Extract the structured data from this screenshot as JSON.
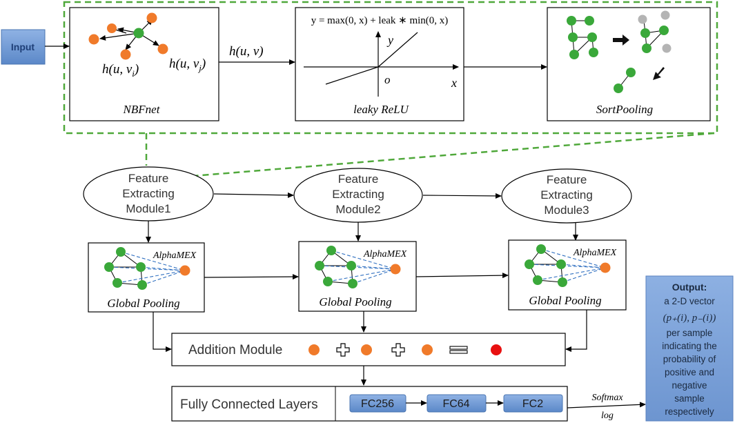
{
  "input_label": "Input",
  "nbf": {
    "title": "NBFnet",
    "label_vi": "h(u, v",
    "label_vi_sub": "i",
    "label_vj": "h(u, v",
    "label_vj_sub": "j",
    "edge_label": "h(u, v)"
  },
  "relu": {
    "title": "leaky ReLU",
    "formula": "y = max(0, x) + leak ∗ min(0, x)",
    "axis_y": "y",
    "axis_x": "x",
    "origin": "o"
  },
  "sortpool": {
    "title": "SortPooling"
  },
  "modules": [
    {
      "line1": "Feature",
      "line2": "Extracting",
      "line3": "Module1"
    },
    {
      "line1": "Feature",
      "line2": "Extracting",
      "line3": "Module2"
    },
    {
      "line1": "Feature",
      "line2": "Extracting",
      "line3": "Module3"
    }
  ],
  "pooling": {
    "title": "Global Pooling",
    "tag": "AlphaMEX"
  },
  "addition": {
    "label": "Addition Module"
  },
  "fc": {
    "label": "Fully Connected Layers",
    "layers": [
      "FC256",
      "FC64",
      "FC2"
    ]
  },
  "softmax": {
    "top": "Softmax",
    "bottom": "log"
  },
  "output": {
    "heading": "Output:",
    "line1": "a 2-D vector",
    "vector": "(p₊(i), p₋(i))",
    "line3": "per sample",
    "line4": "indicating the",
    "line5": "probability of",
    "line6": "positive and",
    "line7": "negative",
    "line8": "sample",
    "line9": "respectively"
  },
  "colors": {
    "node_green": "#3aa83a",
    "node_orange": "#f07a2a",
    "node_red": "#e81010",
    "node_gray": "#b4b4b4",
    "dashed_green": "#4fa83a",
    "dashed_blue": "#2f6fc0",
    "box_blue": "#6a96d2",
    "output_blue": "#7fa3d8"
  }
}
